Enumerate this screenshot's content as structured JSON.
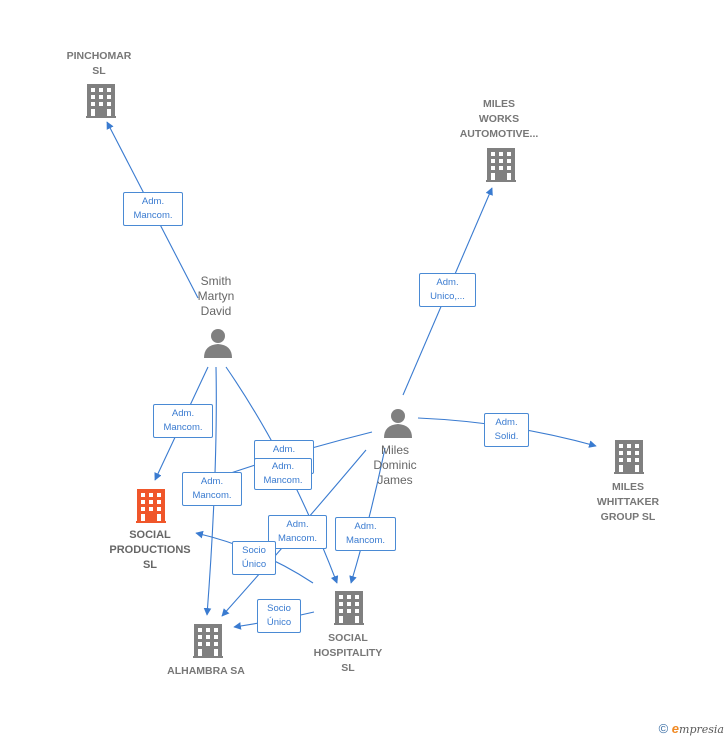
{
  "nodes": {
    "pinchomar": {
      "label": "PINCHOMAR\nSL",
      "type": "company"
    },
    "miles_works": {
      "label": "MILES\nWORKS\nAUTOMOTIVE...",
      "type": "company"
    },
    "smith": {
      "label": "Smith\nMartyn\nDavid",
      "type": "person"
    },
    "miles_dominic": {
      "label": "Miles\nDominic\nJames",
      "type": "person"
    },
    "miles_whittaker": {
      "label": "MILES\nWHITTAKER\nGROUP  SL",
      "type": "company"
    },
    "social_productions": {
      "label": "SOCIAL\nPRODUCTIONS\nSL",
      "type": "company",
      "highlight": true
    },
    "social_hospitality": {
      "label": "SOCIAL\nHOSPITALITY\nSL",
      "type": "company"
    },
    "alhambra": {
      "label": "ALHAMBRA SA",
      "type": "company"
    }
  },
  "edges": {
    "e1": "Adm.\nMancom.",
    "e2": "Adm.\nUnico,...",
    "e3": "Adm.\nSolid.",
    "e4": "Adm.\nMancom.",
    "e5": "Adm.\nMancom.",
    "e6": "Adm.\nMancom.",
    "e7": "Adm.\nMancom.",
    "e8": "Adm.\nMancom.",
    "e9": "Adm.\nMancom.",
    "e10": "Socio\nÚnico",
    "e11": "Socio\nÚnico"
  },
  "colors": {
    "edge": "#3a7bd0",
    "company_icon": "#808080",
    "highlight_icon": "#f0562a",
    "person_icon": "#808080"
  },
  "footer": {
    "copyright": "©",
    "brand_first": "e",
    "brand_rest": "mpresia"
  }
}
